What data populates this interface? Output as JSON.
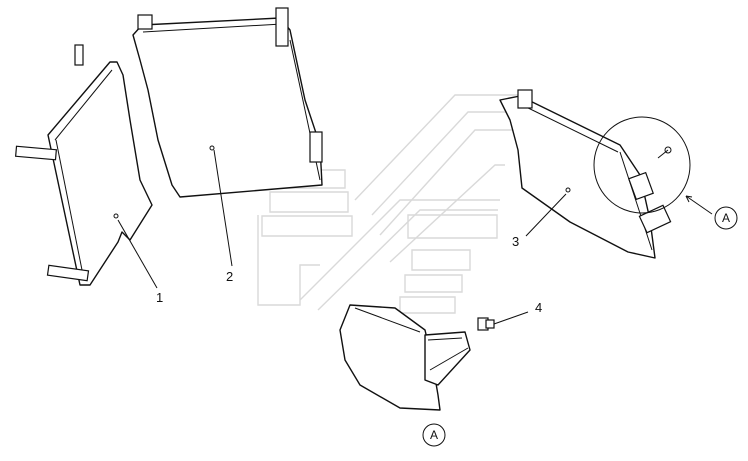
{
  "callouts": {
    "part1": "1",
    "part2": "2",
    "part3": "3",
    "part4": "4"
  },
  "detail_refs": {
    "ref_right": "A",
    "ref_bottom": "A"
  }
}
